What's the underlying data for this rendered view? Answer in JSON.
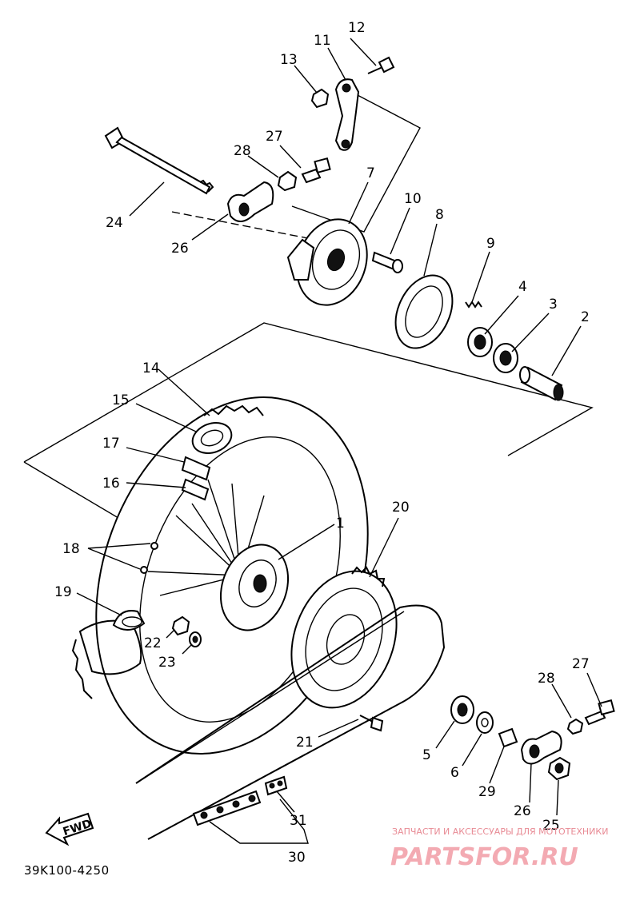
{
  "callouts": [
    {
      "id": "c1",
      "text": "1"
    },
    {
      "id": "c2",
      "text": "2"
    },
    {
      "id": "c3",
      "text": "3"
    },
    {
      "id": "c4",
      "text": "4"
    },
    {
      "id": "c5",
      "text": "5"
    },
    {
      "id": "c6",
      "text": "6"
    },
    {
      "id": "c7",
      "text": "7"
    },
    {
      "id": "c8",
      "text": "8"
    },
    {
      "id": "c9",
      "text": "9"
    },
    {
      "id": "c10",
      "text": "10"
    },
    {
      "id": "c11",
      "text": "11"
    },
    {
      "id": "c12",
      "text": "12"
    },
    {
      "id": "c13",
      "text": "13"
    },
    {
      "id": "c14",
      "text": "14"
    },
    {
      "id": "c15",
      "text": "15"
    },
    {
      "id": "c16",
      "text": "16"
    },
    {
      "id": "c17",
      "text": "17"
    },
    {
      "id": "c18",
      "text": "18"
    },
    {
      "id": "c19",
      "text": "19"
    },
    {
      "id": "c20",
      "text": "20"
    },
    {
      "id": "c21",
      "text": "21"
    },
    {
      "id": "c22",
      "text": "22"
    },
    {
      "id": "c23",
      "text": "23"
    },
    {
      "id": "c24",
      "text": "24"
    },
    {
      "id": "c25",
      "text": "25"
    },
    {
      "id": "c26a",
      "text": "26"
    },
    {
      "id": "c26b",
      "text": "26"
    },
    {
      "id": "c27a",
      "text": "27"
    },
    {
      "id": "c27b",
      "text": "27"
    },
    {
      "id": "c28a",
      "text": "28"
    },
    {
      "id": "c28b",
      "text": "28"
    },
    {
      "id": "c29",
      "text": "29"
    },
    {
      "id": "c30",
      "text": "30"
    },
    {
      "id": "c31",
      "text": "31"
    }
  ],
  "fwd_label": "FWD",
  "drawing_code": "39K100-4250",
  "watermark": {
    "tagline": "ЗАПЧАСТИ И АКСЕССУАРЫ ДЛЯ МОТОТЕХНИКИ",
    "brand": "PARTSFOR.RU"
  }
}
